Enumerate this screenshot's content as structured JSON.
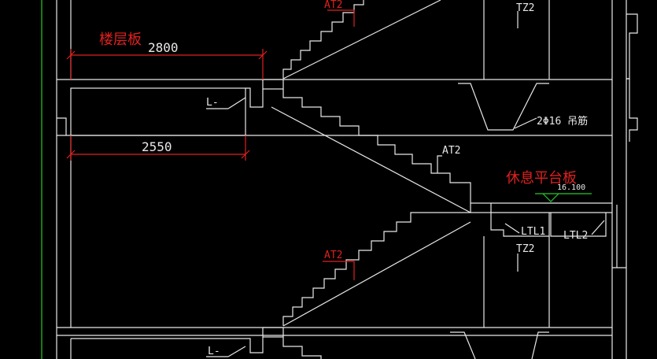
{
  "labels": {
    "floor_slab": "楼层板",
    "landing_slab": "休息平台板"
  },
  "dimensions": {
    "top": "2800",
    "bottom": "2550"
  },
  "tags": {
    "at2_top": "AT2",
    "at2_mid": "AT2",
    "at2_low": "AT2",
    "tz2_top": "TZ2",
    "tz2_mid": "TZ2",
    "ltl1": "LTL1",
    "ltl2": "LTL2",
    "l_top": "L-",
    "l_bottom": "L-",
    "rebar": "2Φ16 吊筋",
    "elevation": "16.100"
  },
  "colors": {
    "background": "#000000",
    "linework": "#e8e8e8",
    "annotation": "#e02020",
    "axis": "#28c828"
  }
}
